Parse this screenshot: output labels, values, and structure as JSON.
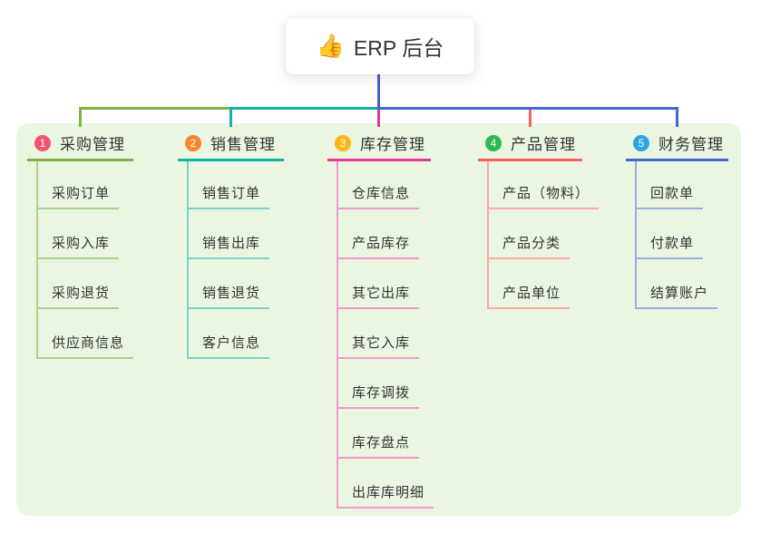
{
  "root": {
    "label": "ERP 后台",
    "emoji": "👍"
  },
  "panel_color": "#eaf6e2",
  "connector": {
    "root_color": "#4d5bd0"
  },
  "branches": [
    {
      "index": "1",
      "label": "采购管理",
      "color": "#7fb243",
      "color_light": "#aed18a",
      "badge_color": "#f4536f",
      "children": [
        "采购订单",
        "采购入库",
        "采购退货",
        "供应商信息"
      ]
    },
    {
      "index": "2",
      "label": "销售管理",
      "color": "#14b3a7",
      "color_light": "#7cd2ca",
      "badge_color": "#f9842e",
      "children": [
        "销售订单",
        "销售出库",
        "销售退货",
        "客户信息"
      ]
    },
    {
      "index": "3",
      "label": "库存管理",
      "color": "#e23a97",
      "color_light": "#f09bcb",
      "badge_color": "#fcb515",
      "children": [
        "仓库信息",
        "产品库存",
        "其它出库",
        "其它入库",
        "库存调拨",
        "库存盘点",
        "出库库明细"
      ]
    },
    {
      "index": "4",
      "label": "产品管理",
      "color": "#f8605a",
      "color_light": "#fbaaa6",
      "badge_color": "#2eb94f",
      "children": [
        "产品（物料）",
        "产品分类",
        "产品单位"
      ]
    },
    {
      "index": "5",
      "label": "财务管理",
      "color": "#4565d8",
      "color_light": "#9dabe4",
      "badge_color": "#2ba3e9",
      "children": [
        "回款单",
        "付款单",
        "结算账户"
      ]
    }
  ]
}
